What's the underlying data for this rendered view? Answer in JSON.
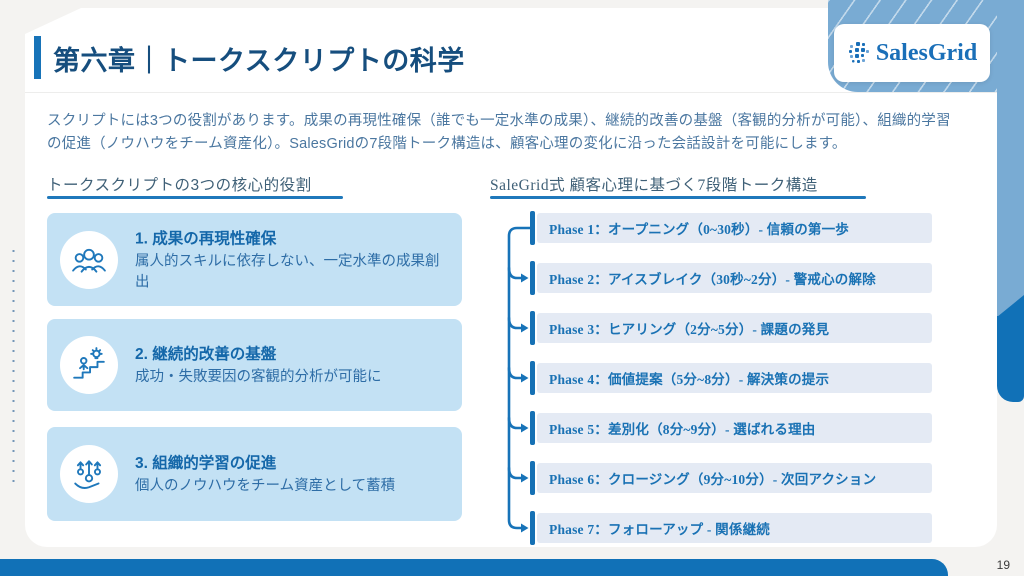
{
  "page": {
    "number": "19"
  },
  "header": {
    "title": "第六章｜トークスクリプトの科学",
    "logo_text": "SalesGrid"
  },
  "intro": "スクリプトには3つの役割があります。成果の再現性確保（誰でも一定水準の成果）、継続的改善の基盤（客観的分析が可能）、組織的学習の促進（ノウハウをチーム資産化）。SalesGridの7段階トーク構造は、顧客心理の変化に沿った会話設計を可能にします。",
  "left_section": {
    "heading": "トークスクリプトの3つの核心的役割",
    "cards": [
      {
        "icon": "team-icon",
        "title": "1. 成果の再現性確保",
        "body": "属人的スキルに依存しない、一定水準の成果創出"
      },
      {
        "icon": "growth-steps-icon",
        "title": "2. 継続的改善の基盤",
        "body": "成功・失敗要因の客観的分析が可能に"
      },
      {
        "icon": "knowledge-share-icon",
        "title": "3. 組織的学習の促進",
        "body": "個人のノウハウをチーム資産として蓄積"
      }
    ]
  },
  "right_section": {
    "heading": "SaleGrid式 顧客心理に基づく7段階トーク構造",
    "phases": [
      {
        "label": "Phase 1：オープニング（0~30秒）- 信頼の第一歩"
      },
      {
        "label": "Phase 2：アイスブレイク（30秒~2分）- 警戒心の解除"
      },
      {
        "label": "Phase 3：ヒアリング（2分~5分）- 課題の発見"
      },
      {
        "label": "Phase 4：価値提案（5分~8分）- 解決策の提示"
      },
      {
        "label": "Phase 5：差別化（8分~9分）- 選ばれる理由"
      },
      {
        "label": "Phase 6：クロージング（9分~10分）- 次回アクション"
      },
      {
        "label": "Phase 7：フォローアップ - 関係継続"
      }
    ]
  },
  "colors": {
    "accent_blue": "#1773b8",
    "dark_band_blue": "#1171b7",
    "light_band_blue": "#79abd3",
    "card_bg": "#c3e1f4",
    "phase_bg": "#e4eaf4",
    "title_color": "#164e7e",
    "page_bg": "#f4f3f1"
  }
}
